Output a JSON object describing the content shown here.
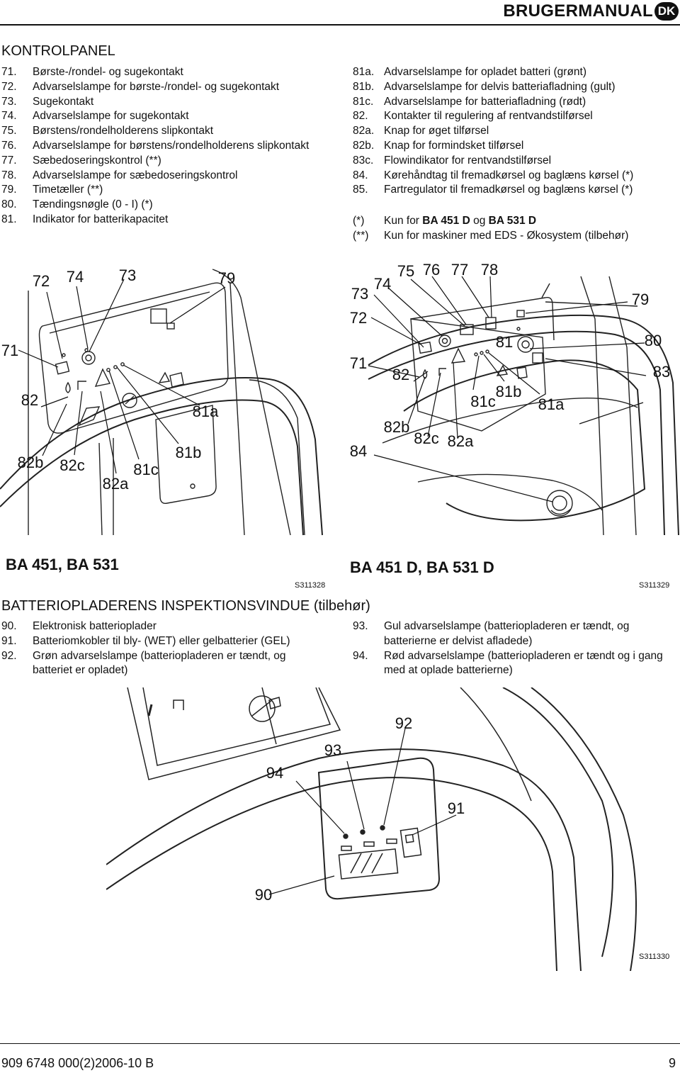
{
  "header": {
    "title": "BRUGERMANUAL",
    "badge": "DK"
  },
  "kontrolpanel": {
    "title": "KONTROLPANEL",
    "left_items": [
      {
        "num": "71.",
        "text": "Børste-/rondel- og sugekontakt"
      },
      {
        "num": "72.",
        "text": "Advarselslampe for børste-/rondel- og sugekontakt"
      },
      {
        "num": "73.",
        "text": "Sugekontakt"
      },
      {
        "num": "74.",
        "text": "Advarselslampe for sugekontakt"
      },
      {
        "num": "75.",
        "text": "Børstens/rondelholderens slipkontakt"
      },
      {
        "num": "76.",
        "text": "Advarselslampe for børstens/rondelholderens slipkontakt"
      },
      {
        "num": "77.",
        "text": "Sæbedoseringskontrol (**)"
      },
      {
        "num": "78.",
        "text": "Advarselslampe for sæbedoseringskontrol"
      },
      {
        "num": "79.",
        "text": "Timetæller (**)"
      },
      {
        "num": "80.",
        "text": "Tændingsnøgle (0 - I) (*)"
      },
      {
        "num": "81.",
        "text": "Indikator for batterikapacitet"
      }
    ],
    "right_items": [
      {
        "num": "81a.",
        "text": "Advarselslampe for opladet batteri (grønt)"
      },
      {
        "num": "81b.",
        "text": "Advarselslampe for delvis batteriafladning (gult)"
      },
      {
        "num": "81c.",
        "text": "Advarselslampe for batteriafladning (rødt)"
      },
      {
        "num": "82.",
        "text": "Kontakter til regulering af rentvandstilførsel"
      },
      {
        "num": "82a.",
        "text": "Knap for øget tilførsel"
      },
      {
        "num": "82b.",
        "text": "Knap for formindsket tilførsel"
      },
      {
        "num": "83c.",
        "text": "Flowindikator for rentvandstilførsel"
      },
      {
        "num": "84.",
        "text": "Kørehåndtag til fremadkørsel og baglæns kørsel (*)"
      },
      {
        "num": "85.",
        "text": "Fartregulator til fremadkørsel og baglæns kørsel (*)"
      }
    ],
    "notes": [
      {
        "mark": "(*)",
        "pre": "Kun for ",
        "b1": "BA 451 D",
        "mid": " og ",
        "b2": "BA 531 D"
      },
      {
        "mark": "(**)",
        "text": "Kun for maskiner med EDS - Økosystem (tilbehør)"
      }
    ]
  },
  "figure1": {
    "labels": {
      "l72": "72",
      "l74": "74",
      "l73": "73",
      "l79": "79",
      "l71": "71",
      "l82": "82",
      "l81a": "81a",
      "l81b": "81b",
      "l82b": "82b",
      "l82c": "82c",
      "l81c": "81c",
      "l82a": "82a"
    },
    "caption": "BA 451, BA 531",
    "code": "S311328"
  },
  "figure2": {
    "labels": {
      "l75": "75",
      "l76": "76",
      "l77": "77",
      "l78": "78",
      "l73": "73",
      "l74": "74",
      "l72": "72",
      "l79": "79",
      "l81": "81",
      "l80": "80",
      "l71": "71",
      "l82": "82",
      "l83": "83",
      "l81b": "81b",
      "l81c": "81c",
      "l81a": "81a",
      "l82b": "82b",
      "l82c": "82c",
      "l82a": "82a",
      "l84": "84"
    },
    "caption": "BA 451 D, BA 531 D",
    "code": "S311329"
  },
  "charger": {
    "title": "BATTERIOPLADERENS INSPEKTIONSVINDUE (tilbehør)",
    "left_items": [
      {
        "num": "90.",
        "text": "Elektronisk batterioplader"
      },
      {
        "num": "91.",
        "text": "Batteriomkobler til bly- (WET) eller gelbatterier (GEL)"
      },
      {
        "num": "92.",
        "text": "Grøn advarselslampe (batteriopladeren er tændt, og batteriet er opladet)"
      }
    ],
    "right_items": [
      {
        "num": "93.",
        "text": "Gul advarselslampe (batteriopladeren er tændt, og batterierne er delvist afladede)"
      },
      {
        "num": "94.",
        "text": "Rød advarselslampe (batteriopladeren er tændt og i gang med at oplade batterierne)"
      }
    ]
  },
  "figure3": {
    "labels": {
      "l92": "92",
      "l93": "93",
      "l94": "94",
      "l91": "91",
      "l90": "90"
    },
    "code": "S311330"
  },
  "footer": {
    "doc": "909 6748 000(2)2006-10 B",
    "page": "9"
  }
}
